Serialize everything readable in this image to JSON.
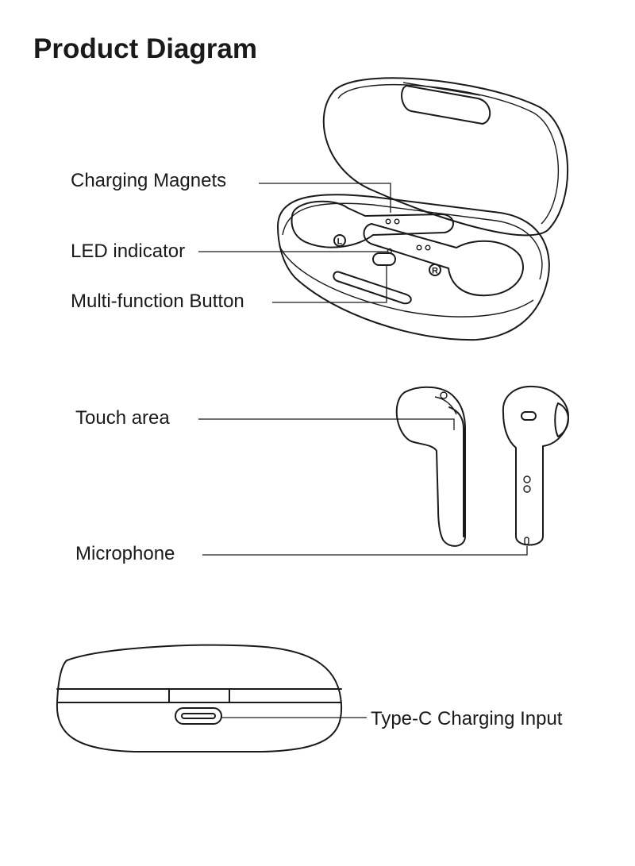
{
  "title": "Product Diagram",
  "labels": {
    "charging_magnets": "Charging Magnets",
    "led_indicator": "LED indicator",
    "multi_function_button": "Multi-function Button",
    "touch_area": "Touch area",
    "microphone": "Microphone",
    "type_c_input": "Type-C Charging Input"
  },
  "earbud_marks": {
    "left": "L",
    "right": "R"
  }
}
